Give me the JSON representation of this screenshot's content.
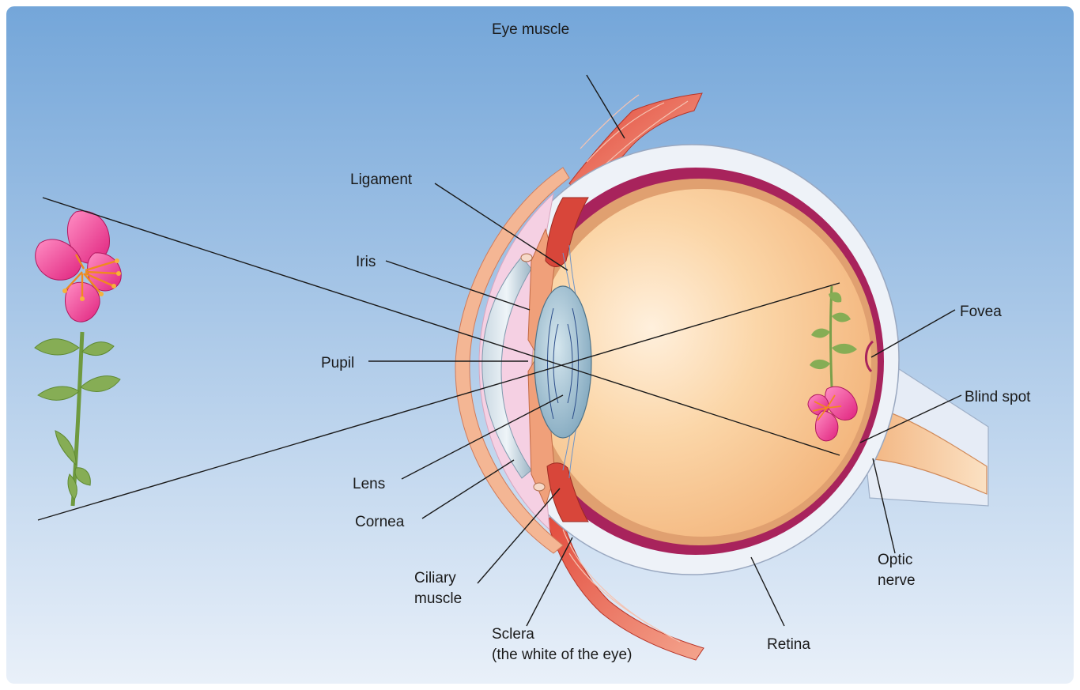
{
  "diagram": {
    "labels": {
      "eye_muscle": "Eye muscle",
      "ligament": "Ligament",
      "iris": "Iris",
      "pupil": "Pupil",
      "lens": "Lens",
      "cornea": "Cornea",
      "ciliary_muscle_line1": "Ciliary",
      "ciliary_muscle_line2": "muscle",
      "sclera_line1": "Sclera",
      "sclera_line2": "(the white of the eye)",
      "retina": "Retina",
      "optic_nerve_line1": "Optic",
      "optic_nerve_line2": "nerve",
      "blind_spot": "Blind spot",
      "fovea": "Fovea"
    },
    "colors": {
      "background_top": "#74a6d9",
      "background_bottom": "#e9f0f9",
      "sclera": "#eef2f8",
      "choroid": "#a8235c",
      "retina_layer": "#e0a070",
      "vitreous": "#f8c794",
      "lens": "#8fb3c7",
      "muscle": "#d8463a",
      "petal": "#e8368e",
      "stem": "#7aa04a"
    }
  }
}
